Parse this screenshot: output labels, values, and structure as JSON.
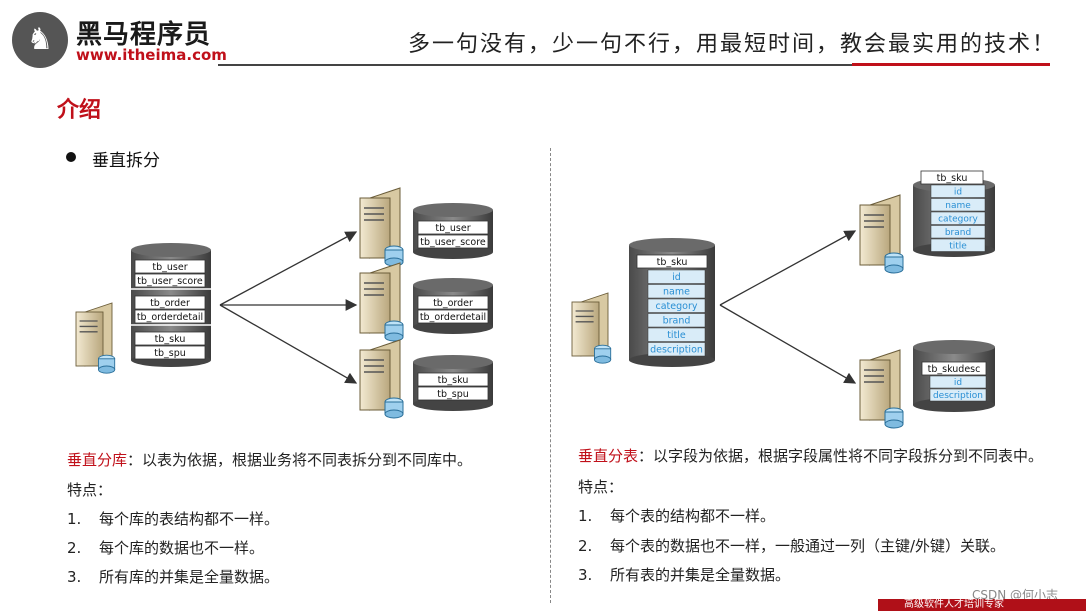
{
  "header": {
    "logo_glyph": "♞",
    "brand_name": "黑马程序员",
    "brand_url": "www.itheima.com",
    "slogan": "多一句没有，少一句不行，用最短时间，教会最实用的技术！",
    "accent_color": "#c0101a"
  },
  "page_title": "介绍",
  "bullet": "垂直拆分",
  "left": {
    "source_db_tables": [
      "tb_user",
      "tb_user_score",
      "tb_order",
      "tb_orderdetail",
      "tb_sku",
      "tb_spu"
    ],
    "target_dbs": [
      {
        "tables": [
          "tb_user",
          "tb_user_score"
        ]
      },
      {
        "tables": [
          "tb_order",
          "tb_orderdetail"
        ]
      },
      {
        "tables": [
          "tb_sku",
          "tb_spu"
        ]
      }
    ],
    "desc_title": "垂直分库",
    "desc_text": "：以表为依据，根据业务将不同表拆分到不同库中。",
    "features_label": "特点：",
    "features": [
      {
        "num": "1.",
        "text": "每个库的表结构都不一样。"
      },
      {
        "num": "2.",
        "text": "每个库的数据也不一样。"
      },
      {
        "num": "3.",
        "text": "所有库的并集是全量数据。"
      }
    ]
  },
  "right": {
    "source_table": {
      "name": "tb_sku",
      "fields": [
        "id",
        "name",
        "category",
        "brand",
        "title",
        "description"
      ]
    },
    "target_tables": [
      {
        "name": "tb_sku",
        "fields": [
          "id",
          "name",
          "category",
          "brand",
          "title"
        ]
      },
      {
        "name": "tb_skudesc",
        "fields": [
          "id",
          "description"
        ]
      }
    ],
    "field_color": "#2a8fd4",
    "desc_title": "垂直分表",
    "desc_text": "：以字段为依据，根据字段属性将不同字段拆分到不同表中。",
    "features_label": "特点：",
    "features": [
      {
        "num": "1.",
        "text": "每个表的结构都不一样。"
      },
      {
        "num": "2.",
        "text": "每个表的数据也不一样，一般通过一列（主键/外键）关联。"
      },
      {
        "num": "3.",
        "text": "所有表的并集是全量数据。"
      }
    ]
  },
  "watermark": "CSDN @何小志",
  "footer_text": "高级软件人才培训专家"
}
